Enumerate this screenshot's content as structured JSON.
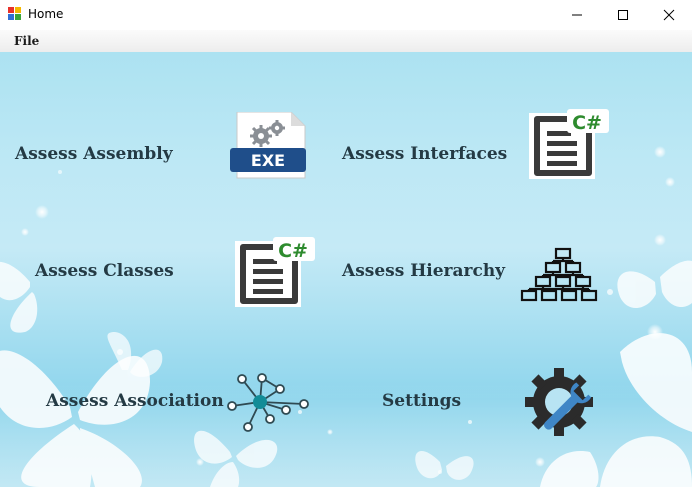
{
  "window": {
    "title": "Home"
  },
  "menu": {
    "file_label": "File"
  },
  "tiles": {
    "assess_assembly": {
      "label": "Assess Assembly",
      "icon": "exe-file-icon",
      "icon_text": "EXE"
    },
    "assess_interfaces": {
      "label": "Assess Interfaces",
      "icon": "csharp-file-icon",
      "icon_text": "C#"
    },
    "assess_classes": {
      "label": "Assess Classes",
      "icon": "csharp-file-icon",
      "icon_text": "C#"
    },
    "assess_hierarchy": {
      "label": "Assess Hierarchy",
      "icon": "hierarchy-icon"
    },
    "assess_association": {
      "label": "Assess Association",
      "icon": "network-icon"
    },
    "settings": {
      "label": "Settings",
      "icon": "gear-wrench-icon"
    }
  },
  "colors": {
    "background": "#b9e6f4",
    "label_text": "#243a44",
    "exe_badge": "#1f4e8a",
    "csharp_text": "#2e8b2e"
  }
}
